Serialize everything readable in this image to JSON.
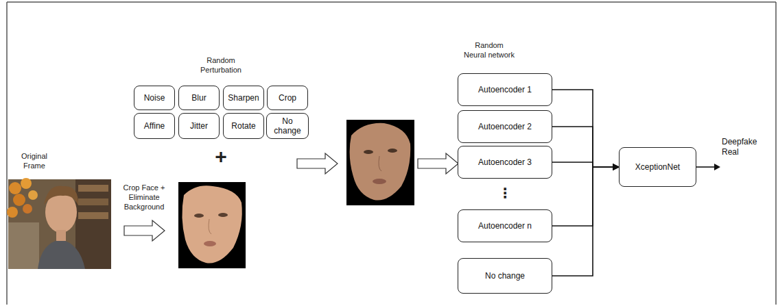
{
  "diagram": {
    "nodes": [
      {
        "text": [
          "Noise"
        ]
      },
      {
        "text": [
          "Blur"
        ]
      },
      {
        "text": [
          "Sharpen"
        ]
      },
      {
        "text": [
          "Crop"
        ]
      },
      {
        "text": [
          "Affine"
        ]
      },
      {
        "text": [
          "Jitter"
        ]
      },
      {
        "text": [
          "Rotate"
        ]
      },
      {
        "text": [
          "No change"
        ]
      },
      {
        "text": [
          "Autoencoder 1"
        ]
      },
      {
        "text": [
          "Autoencoder 2"
        ]
      },
      {
        "text": [
          "Autoencoder 3"
        ]
      },
      {
        "text": [
          "Autoencoder n"
        ]
      },
      {
        "text": [
          "No change"
        ]
      },
      {
        "text": [
          "XceptionNet"
        ]
      }
    ],
    "edges": [
      {
        "from": 8,
        "to": 13,
        "arrow": "to"
      },
      {
        "from": 9,
        "to": 13,
        "arrow": "to"
      },
      {
        "from": 10,
        "to": 13,
        "arrow": "to"
      },
      {
        "from": 11,
        "to": 13,
        "arrow": "to"
      },
      {
        "from": 12,
        "to": 13,
        "arrow": "to"
      }
    ],
    "labels": [
      "Random Perturbation",
      "+",
      "Original Frame",
      "Crop Face + Eliminate Background",
      "Random Neural network",
      "⋮",
      "Deepfake Real"
    ]
  }
}
